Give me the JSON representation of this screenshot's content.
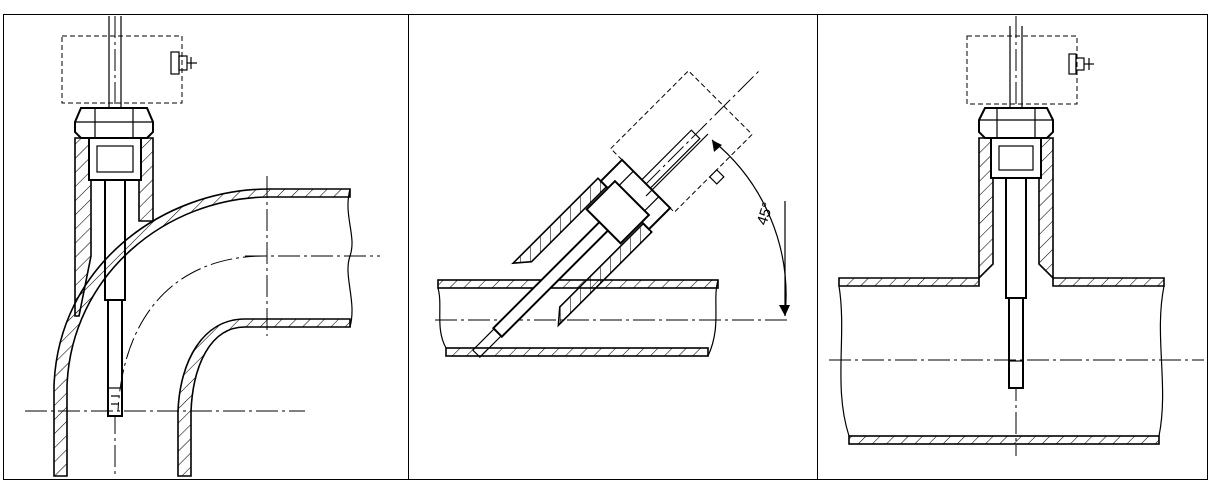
{
  "caption": "",
  "panels": [
    {
      "name": "elbow-installation"
    },
    {
      "name": "angled-installation",
      "angle_label": "45°"
    },
    {
      "name": "tee-installation"
    }
  ]
}
